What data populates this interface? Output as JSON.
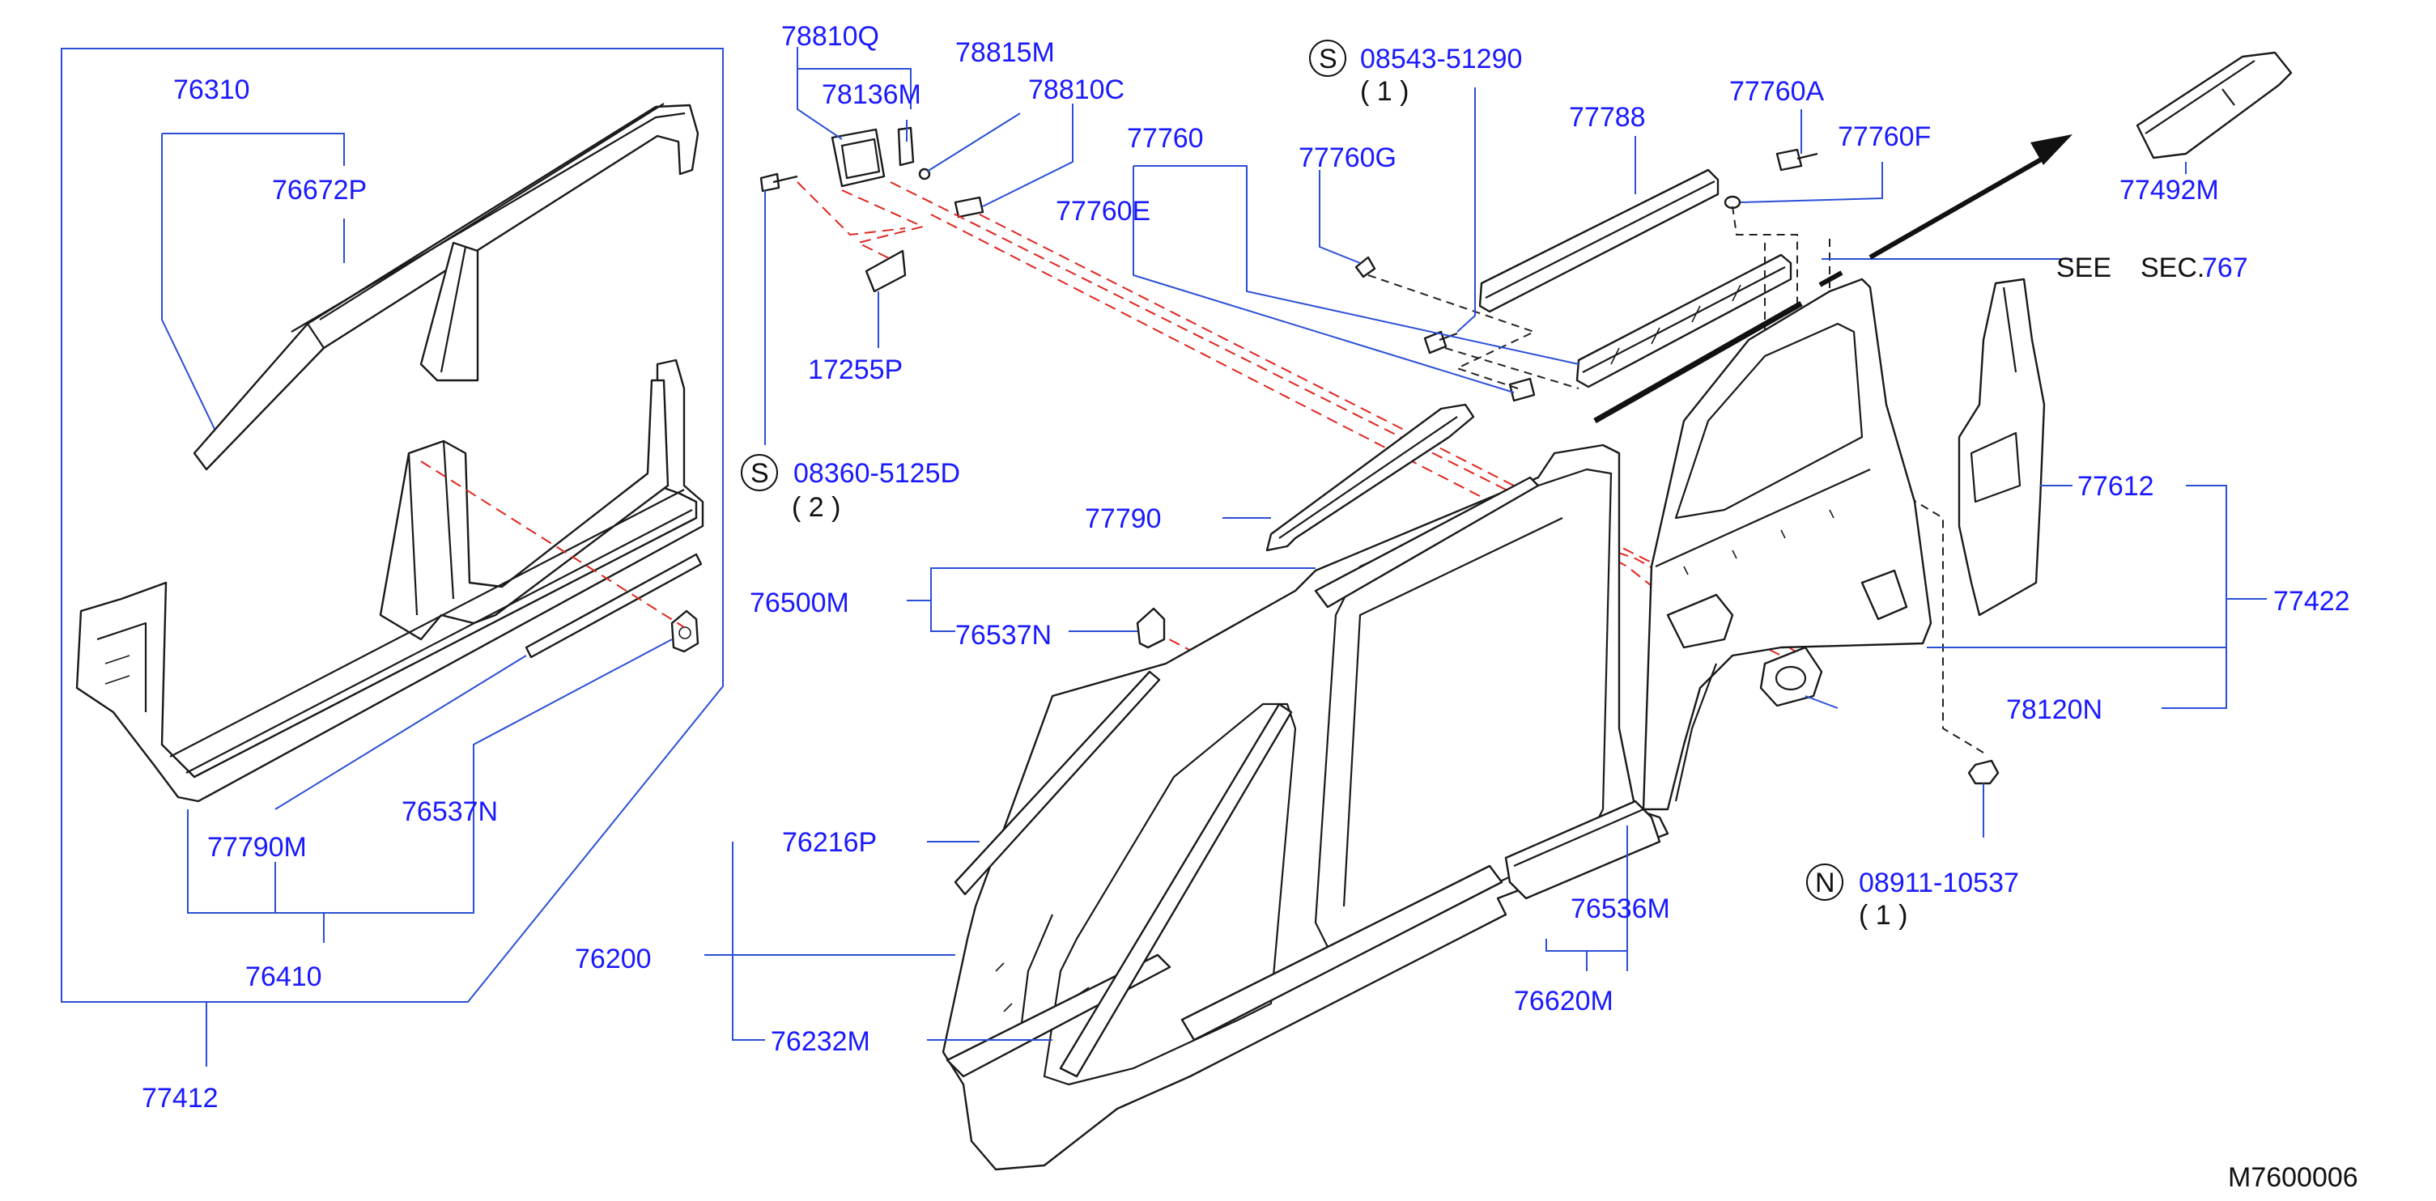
{
  "diagram_id": "M7600006",
  "callouts": {
    "p76310": "76310",
    "p76672P": "76672P",
    "p77790M": "77790M",
    "p76537N_left": "76537N",
    "p76410": "76410",
    "p77412": "77412",
    "p78810Q": "78810Q",
    "p78136M": "78136M",
    "p78815M": "78815M",
    "p78810C": "78810C",
    "p17255P": "17255P",
    "s08360": "08360-5125D",
    "s08360_qty": "( 2 )",
    "s08543": "08543-51290",
    "s08543_qty": "( 1 )",
    "p77760": "77760",
    "p77760G": "77760G",
    "p77760E": "77760E",
    "p77788": "77788",
    "p77760A": "77760A",
    "p77760F": "77760F",
    "p77492M": "77492M",
    "see": "SEE",
    "sec": "SEC.",
    "sec_num": "767",
    "p77612": "77612",
    "p77422": "77422",
    "p78120N": "78120N",
    "n08911": "08911-10537",
    "n08911_qty": "( 1 )",
    "p77790": "77790",
    "p76500M": "76500M",
    "p76537N_mid": "76537N",
    "p76216P": "76216P",
    "p76200": "76200",
    "p76232M": "76232M",
    "p76536M": "76536M",
    "p76620M": "76620M"
  },
  "symbols": {
    "s": "S",
    "n": "N"
  },
  "colors": {
    "part_number": "#1a1aff",
    "leader": "#2b4fd6",
    "hidden_line": "#e0261e"
  }
}
